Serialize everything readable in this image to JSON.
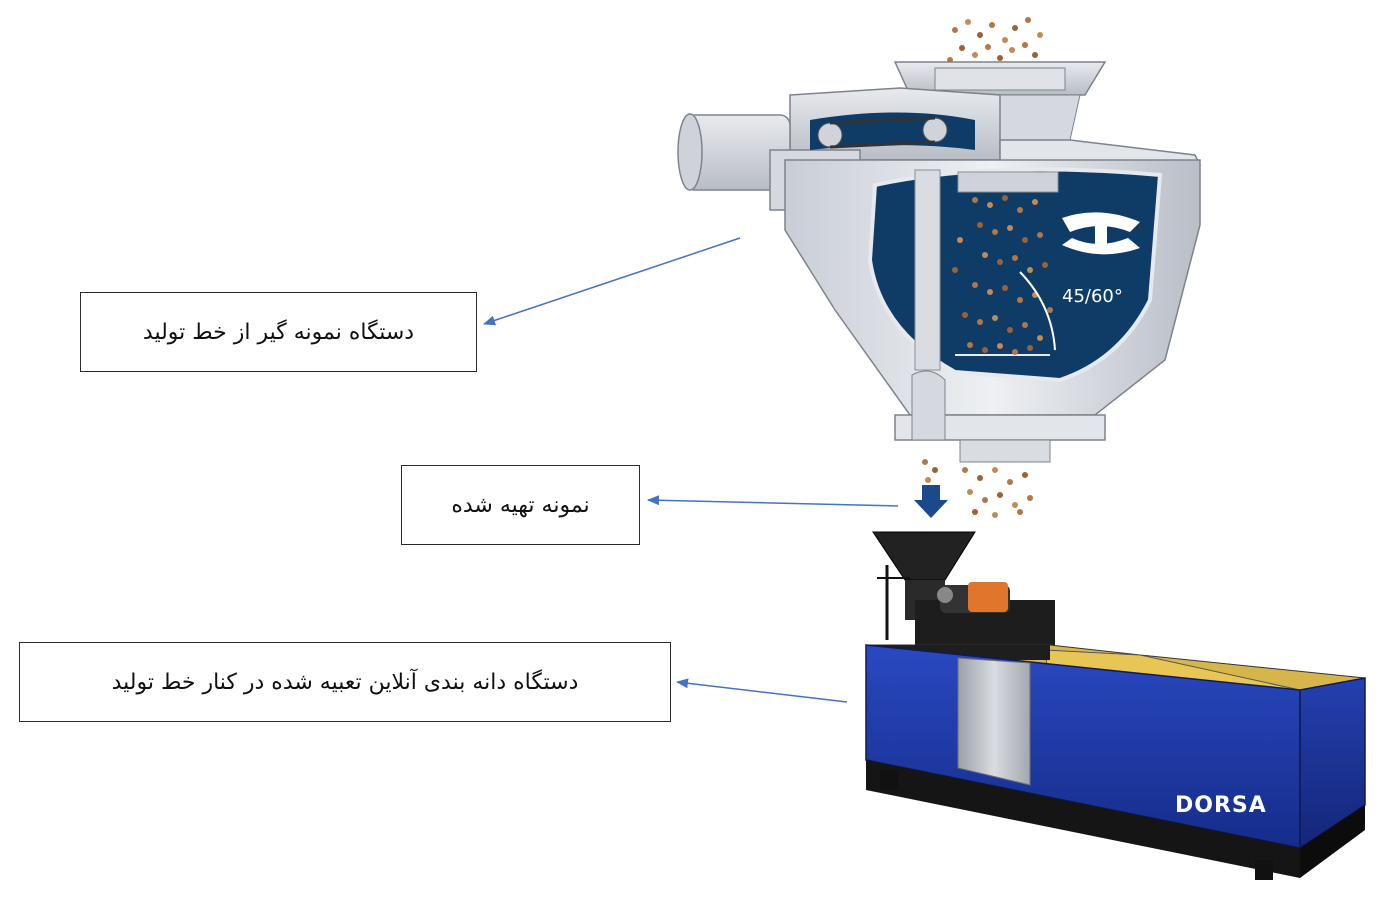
{
  "labels": {
    "sampler": "دستگاه نمونه گیر از خط تولید",
    "prepared_sample": "نمونه تهیه شده",
    "grader": "دستگاه دانه بندی آنلاین تعبیه شده در کنار خط تولید"
  },
  "sampler_machine": {
    "angle_label": "45/60°"
  },
  "grader_machine": {
    "brand": "DORSA"
  },
  "colors": {
    "arrow": "#4472c4",
    "cabinet_blue": "#1f3aa6",
    "sampler_interior": "#0f3c66",
    "particles": "#b07848"
  }
}
